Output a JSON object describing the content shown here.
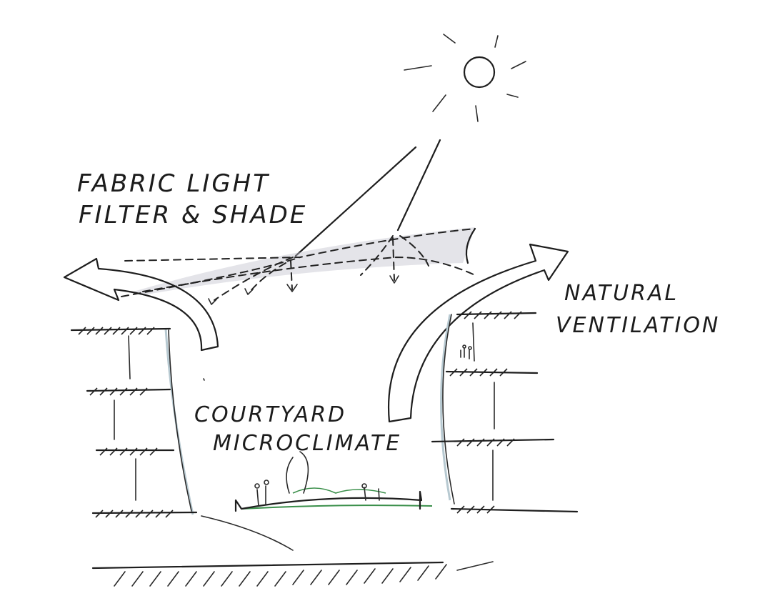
{
  "labels": {
    "fabric_line1": "FABRIC LIGHT",
    "fabric_line2": "FILTER & SHADE",
    "natural_line1": "NATURAL",
    "natural_line2": "VENTILATION",
    "courtyard_line1": "COURTYARD",
    "courtyard_line2": "MICROCLIMATE"
  },
  "colors": {
    "ink": "#1e1e1e",
    "shade": "#b9b9c4",
    "wall_tint": "#b7c9d1",
    "landscape": "#3a8f4a"
  }
}
